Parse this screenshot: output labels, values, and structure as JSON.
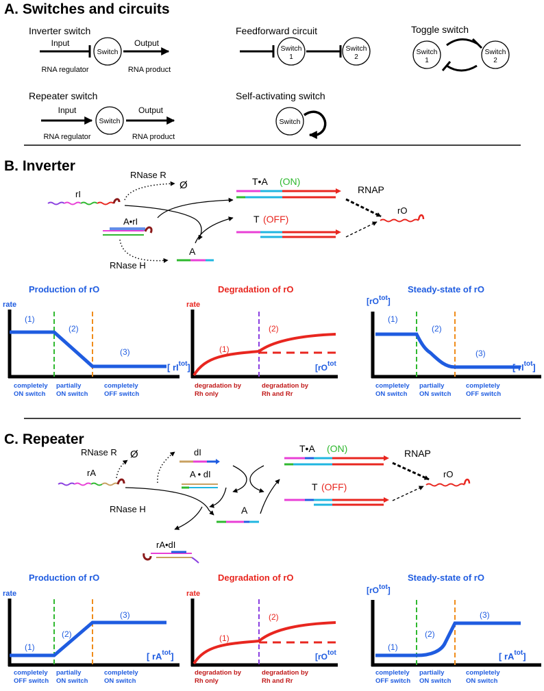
{
  "sections": {
    "a_title": "A. Switches and circuits",
    "b_title": "B. Inverter",
    "c_title": "C. Repeater"
  },
  "circuits": {
    "switch_label": "Switch",
    "inverter_title": "Inverter switch",
    "repeater_title": "Repeater switch",
    "feedforward_title": "Feedforward circuit",
    "toggle_title": "Toggle switch",
    "self_activating_title": "Self-activating switch",
    "input_label": "Input",
    "output_label": "Output",
    "rna_regulator": "RNA regulator",
    "rna_product": "RNA product",
    "num_1": "1",
    "num_2": "2"
  },
  "inverter_diagram": {
    "rnase_r": "RNase R",
    "rnase_h": "RNase H",
    "empty_set": "Ø",
    "ri": "rI",
    "a_ri": "A•rI",
    "a": "A",
    "ta": "T•A",
    "on": "(ON)",
    "t": "T",
    "off": "(OFF)",
    "rnap": "RNAP",
    "ro": "rO"
  },
  "repeater_diagram": {
    "rnase_r": "RNase R",
    "rnase_h": "RNase H",
    "empty_set": "Ø",
    "ra": "rA",
    "di": "dI",
    "a_di": "A • dI",
    "ra_di": "rA•dI",
    "a": "A",
    "ta": "T•A",
    "on": "(ON)",
    "t": "T",
    "off": "(OFF)",
    "rnap": "RNAP",
    "ro": "rO"
  },
  "plots": {
    "rate": "rate",
    "b_prod_title": "Production of  rO",
    "b_deg_title": "Degradation of rO",
    "b_ss_title": "Steady-state of  rO",
    "c_prod_title": "Production of  rO",
    "c_deg_title": "Degradation of rO",
    "c_ss_title": "Steady-state of  rO",
    "p1": "(1)",
    "p2": "(2)",
    "p3": "(3)",
    "lb_open": "[",
    "rb_close": "]",
    "ri_x": "rI",
    "ra_x": "rA",
    "ro_x": "rO",
    "tot": "tot",
    "ro_y": "[rO",
    "completely": "completely",
    "partially": "partially",
    "on_switch": "ON switch",
    "off_switch": "OFF switch",
    "deg_rh_only_1": "degradation by",
    "deg_rh_only_2": "Rh only",
    "deg_both_1": "degradation by",
    "deg_both_2": "Rh and Rr"
  },
  "colors": {
    "blue": "#1f5ce0",
    "red": "#e8261f",
    "green": "#2eb82e",
    "orange": "#f08c1a",
    "purple": "#8a3fe0",
    "dark_red": "#8b1a1a"
  }
}
